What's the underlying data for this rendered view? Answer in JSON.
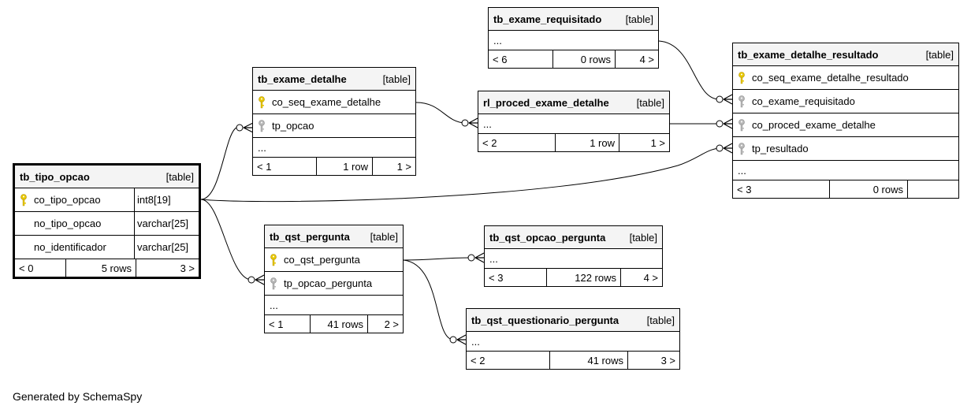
{
  "tables": {
    "tb_tipo_opcao": {
      "name": "tb_tipo_opcao",
      "type": "[table]",
      "columns": [
        {
          "name": "co_tipo_opcao",
          "datatype": "int8[19]",
          "icon": "primary-key-icon"
        },
        {
          "name": "no_tipo_opcao",
          "datatype": "varchar[25]",
          "icon": ""
        },
        {
          "name": "no_identificador",
          "datatype": "varchar[25]",
          "icon": ""
        }
      ],
      "footer": {
        "prev": "< 0",
        "rows": "5 rows",
        "next": "3 >"
      }
    },
    "tb_exame_detalhe": {
      "name": "tb_exame_detalhe",
      "type": "[table]",
      "columns": [
        {
          "name": "co_seq_exame_detalhe",
          "icon": "primary-key-icon"
        },
        {
          "name": "tp_opcao",
          "icon": "foreign-key-icon"
        }
      ],
      "ellipsis": "...",
      "footer": {
        "prev": "< 1",
        "rows": "1 row",
        "next": "1 >"
      }
    },
    "tb_exame_requisitado": {
      "name": "tb_exame_requisitado",
      "type": "[table]",
      "ellipsis": "...",
      "footer": {
        "prev": "< 6",
        "rows": "0 rows",
        "next": "4 >"
      }
    },
    "rl_proced_exame_detalhe": {
      "name": "rl_proced_exame_detalhe",
      "type": "[table]",
      "ellipsis": "...",
      "footer": {
        "prev": "< 2",
        "rows": "1 row",
        "next": "1 >"
      }
    },
    "tb_exame_detalhe_resultado": {
      "name": "tb_exame_detalhe_resultado",
      "type": "[table]",
      "columns": [
        {
          "name": "co_seq_exame_detalhe_resultado",
          "icon": "primary-key-icon"
        },
        {
          "name": "co_exame_requisitado",
          "icon": "foreign-key-icon"
        },
        {
          "name": "co_proced_exame_detalhe",
          "icon": "foreign-key-icon"
        },
        {
          "name": "tp_resultado",
          "icon": "foreign-key-icon"
        }
      ],
      "ellipsis": "...",
      "footer": {
        "prev": "< 3",
        "rows": "0 rows",
        "next": ""
      }
    },
    "tb_qst_pergunta": {
      "name": "tb_qst_pergunta",
      "type": "[table]",
      "columns": [
        {
          "name": "co_qst_pergunta",
          "icon": "primary-key-icon"
        },
        {
          "name": "tp_opcao_pergunta",
          "icon": "foreign-key-icon"
        }
      ],
      "ellipsis": "...",
      "footer": {
        "prev": "< 1",
        "rows": "41 rows",
        "next": "2 >"
      }
    },
    "tb_qst_opcao_pergunta": {
      "name": "tb_qst_opcao_pergunta",
      "type": "[table]",
      "ellipsis": "...",
      "footer": {
        "prev": "< 3",
        "rows": "122 rows",
        "next": "4 >"
      }
    },
    "tb_qst_questionario_pergunta": {
      "name": "tb_qst_questionario_pergunta",
      "type": "[table]",
      "ellipsis": "...",
      "footer": {
        "prev": "< 2",
        "rows": "41 rows",
        "next": "3 >"
      }
    }
  },
  "colors": {
    "primary_key": "#e8c800",
    "foreign_key": "#a8a8a8",
    "header_bg": "#f4f4f4"
  },
  "generated_by": "Generated by SchemaSpy"
}
